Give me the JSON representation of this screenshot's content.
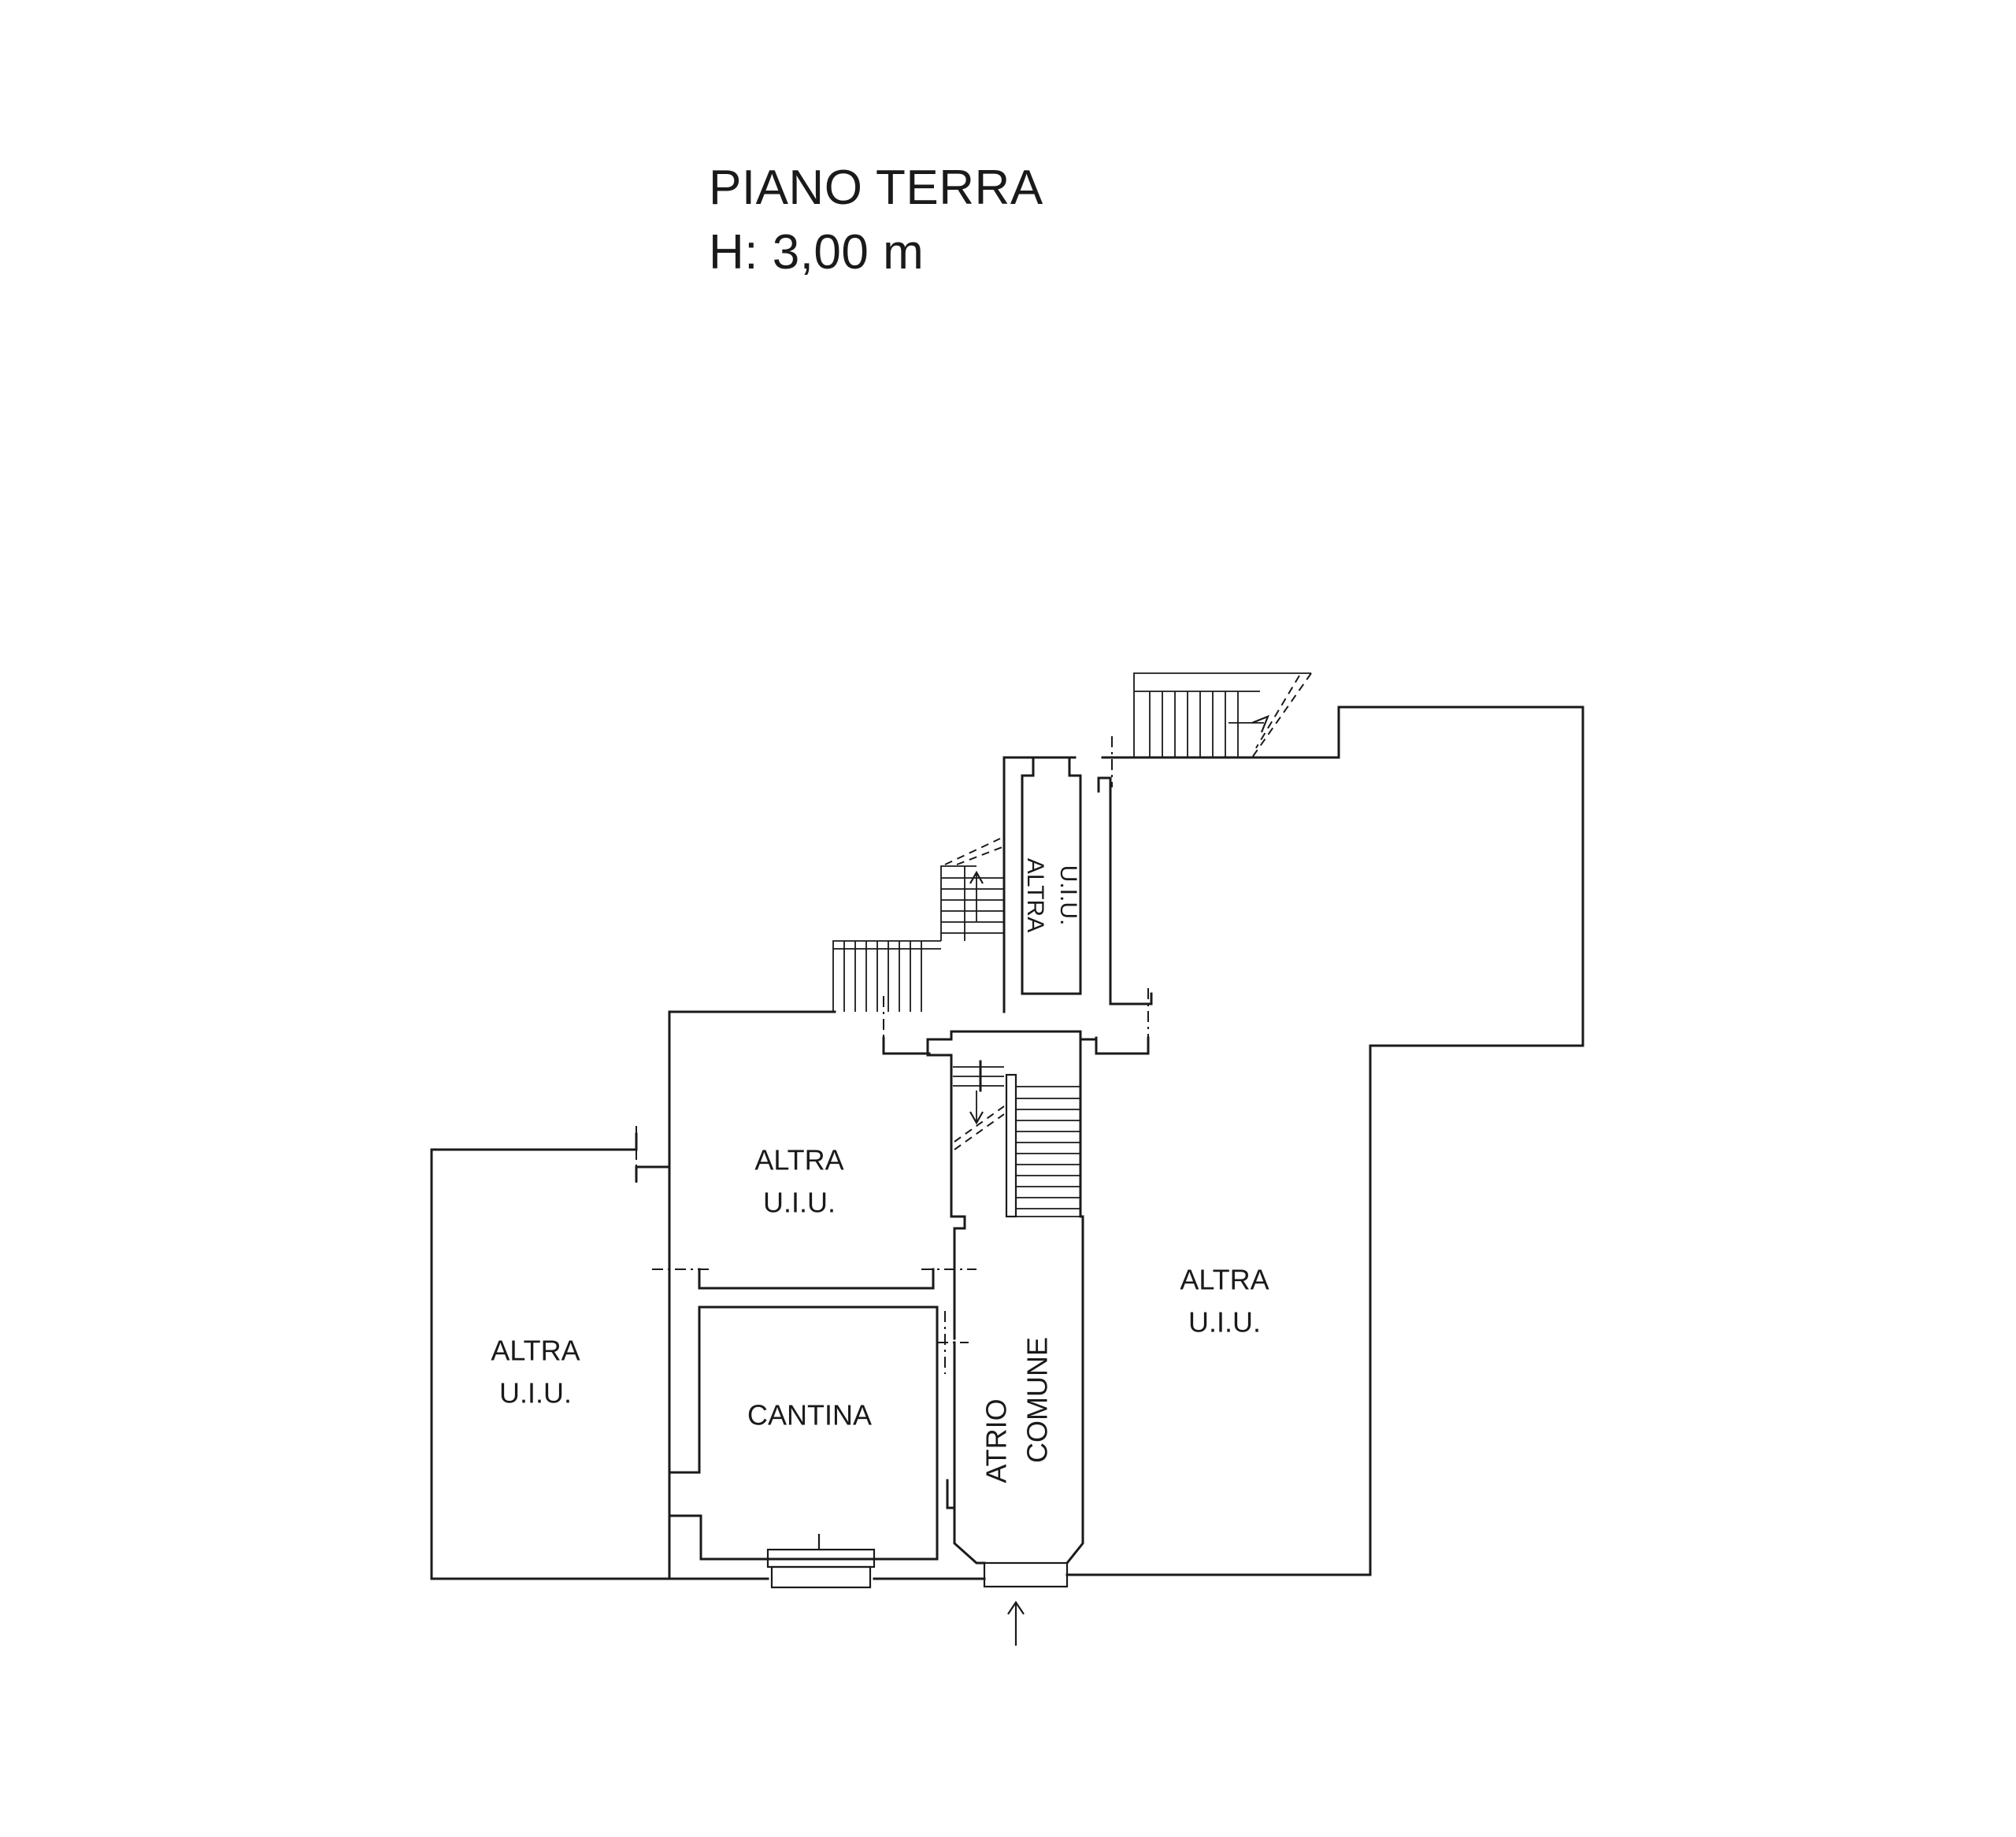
{
  "title": {
    "floor": "PIANO TERRA",
    "height": "H: 3,00 m"
  },
  "rooms": {
    "left_unit": {
      "line1": "ALTRA",
      "line2": "U.I.U."
    },
    "middle_unit": {
      "line1": "ALTRA",
      "line2": "U.I.U."
    },
    "cantina": {
      "line1": "CANTINA"
    },
    "atrio": {
      "line1": "ATRIO",
      "line2": "COMUNE"
    },
    "right_unit": {
      "line1": "ALTRA",
      "line2": "U.I.U."
    },
    "top_unit": {
      "line1": "ALTRA",
      "line2": "U.I.U."
    }
  },
  "colors": {
    "ink": "#1a1a1a",
    "paper": "#ffffff"
  },
  "icons": {
    "entrance": "arrow-up-icon"
  }
}
